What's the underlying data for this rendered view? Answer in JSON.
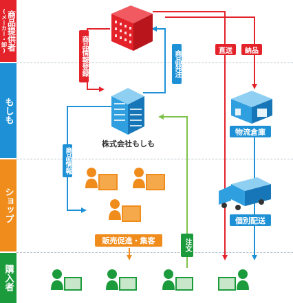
{
  "lanes": {
    "maker": {
      "title": "商品提供者",
      "sub": "(メーカー・卸)",
      "color": "#e3222a"
    },
    "moshimo": {
      "title": "もしも",
      "color": "#1e91d6"
    },
    "shop": {
      "title": "ショップ",
      "color": "#f08c1c"
    },
    "buyer": {
      "title": "購入者",
      "color": "#1b9b3c"
    }
  },
  "nodes": {
    "company": "株式会社もしも",
    "warehouse": "物流倉庫",
    "delivery": "個別配送",
    "promotion": "販売促進・集客"
  },
  "tags": {
    "product_registration": "商品情報登録",
    "product_order": "商品発注",
    "product_info": "商品情報",
    "direct_ship": "直送",
    "delivery": "納品",
    "order": "注文"
  },
  "colors": {
    "red": "#e3222a",
    "blue": "#1e91d6",
    "orange": "#f08c1c",
    "green": "#1b9b3c",
    "light_green": "#7dc24a"
  },
  "icons": [
    "factory-building-icon",
    "office-building-icon",
    "warehouse-icon",
    "truck-icon",
    "shop-owner-icon",
    "shopper-icon"
  ]
}
